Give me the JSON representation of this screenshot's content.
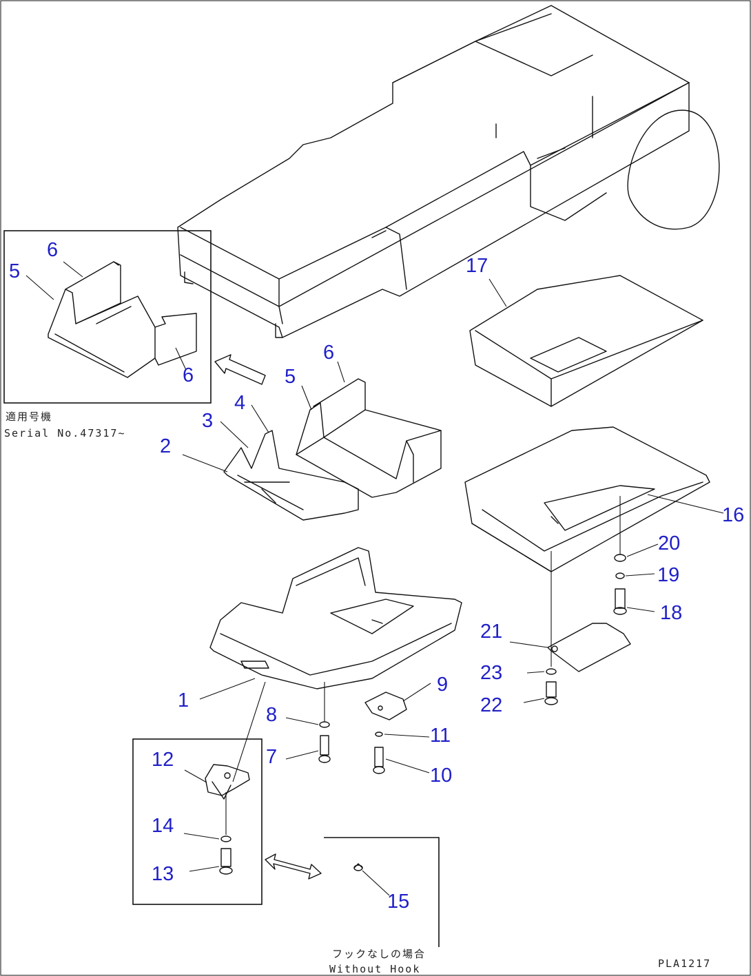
{
  "diagram": {
    "callouts": [
      {
        "id": "1",
        "label": "1"
      },
      {
        "id": "2",
        "label": "2"
      },
      {
        "id": "3",
        "label": "3"
      },
      {
        "id": "4",
        "label": "4"
      },
      {
        "id": "5",
        "label": "5"
      },
      {
        "id": "5b",
        "label": "5"
      },
      {
        "id": "6",
        "label": "6"
      },
      {
        "id": "6b",
        "label": "6"
      },
      {
        "id": "6c",
        "label": "6"
      },
      {
        "id": "7",
        "label": "7"
      },
      {
        "id": "8",
        "label": "8"
      },
      {
        "id": "9",
        "label": "9"
      },
      {
        "id": "10",
        "label": "10"
      },
      {
        "id": "11",
        "label": "11"
      },
      {
        "id": "12",
        "label": "12"
      },
      {
        "id": "13",
        "label": "13"
      },
      {
        "id": "14",
        "label": "14"
      },
      {
        "id": "15",
        "label": "15"
      },
      {
        "id": "16",
        "label": "16"
      },
      {
        "id": "17",
        "label": "17"
      },
      {
        "id": "18",
        "label": "18"
      },
      {
        "id": "19",
        "label": "19"
      },
      {
        "id": "20",
        "label": "20"
      },
      {
        "id": "21",
        "label": "21"
      },
      {
        "id": "22",
        "label": "22"
      },
      {
        "id": "23",
        "label": "23"
      }
    ],
    "notes": {
      "serial_jp": "適用号機",
      "serial_en": "Serial No.47317~",
      "without_hook_jp": "フックなしの場合",
      "without_hook_en": "Without Hook",
      "drawing_code": "PLA1217"
    },
    "colors": {
      "callout": "#1f1fc8",
      "line": "#111111",
      "background": "#ffffff"
    }
  }
}
